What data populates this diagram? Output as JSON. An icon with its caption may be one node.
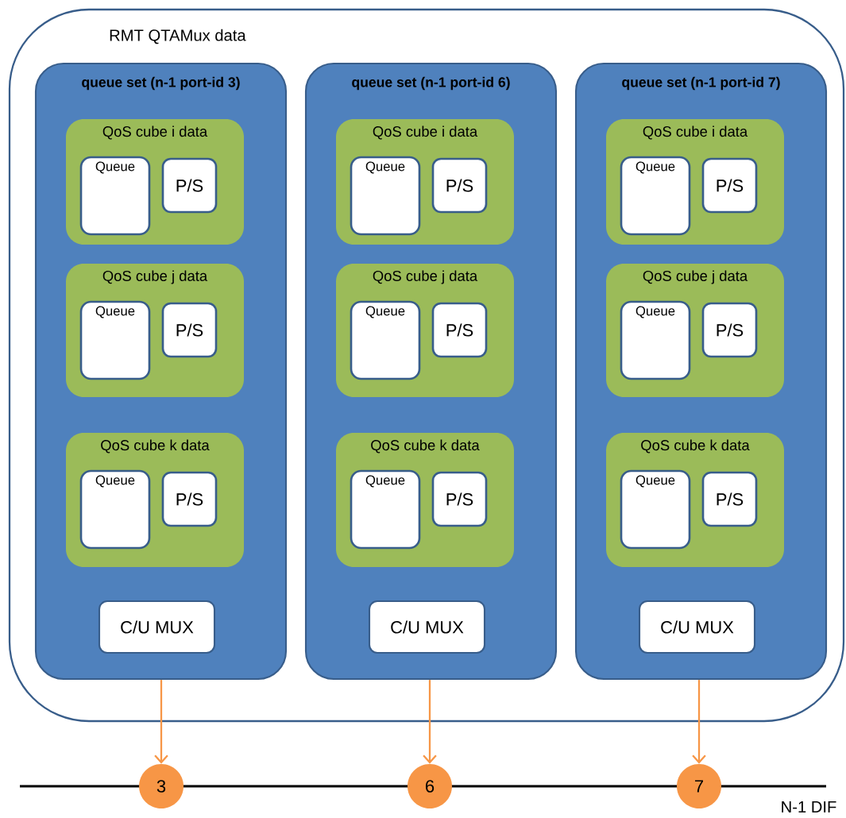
{
  "diagram": {
    "nodes": [
      {
        "text": [
          "RMT QTAMux data"
        ]
      },
      {
        "text": [
          "queue set (n-1 port-id 3)"
        ],
        "in": 0
      },
      {
        "text": [
          "QoS cube i data"
        ],
        "in": 1
      },
      {
        "text": [
          "Queue"
        ],
        "in": 2
      },
      {
        "text": [
          "P/S"
        ],
        "in": 2
      },
      {
        "text": [
          "QoS cube j data"
        ],
        "in": 1
      },
      {
        "text": [
          "Queue"
        ],
        "in": 5
      },
      {
        "text": [
          "P/S"
        ],
        "in": 5
      },
      {
        "text": [
          "QoS cube k data"
        ],
        "in": 1
      },
      {
        "text": [
          "Queue"
        ],
        "in": 8
      },
      {
        "text": [
          "P/S"
        ],
        "in": 8
      },
      {
        "text": [
          "C/U MUX"
        ],
        "in": 1
      },
      {
        "text": [
          "queue set (n-1 port-id 6)"
        ],
        "in": 0
      },
      {
        "text": [
          "QoS cube i data"
        ],
        "in": 12
      },
      {
        "text": [
          "Queue"
        ],
        "in": 13
      },
      {
        "text": [
          "P/S"
        ],
        "in": 13
      },
      {
        "text": [
          "QoS cube j data"
        ],
        "in": 12
      },
      {
        "text": [
          "Queue"
        ],
        "in": 16
      },
      {
        "text": [
          "P/S"
        ],
        "in": 16
      },
      {
        "text": [
          "QoS cube k data"
        ],
        "in": 12
      },
      {
        "text": [
          "Queue"
        ],
        "in": 19
      },
      {
        "text": [
          "P/S"
        ],
        "in": 19
      },
      {
        "text": [
          "C/U MUX"
        ],
        "in": 12
      },
      {
        "text": [
          "queue set (n-1 port-id 7)"
        ],
        "in": 0
      },
      {
        "text": [
          "QoS cube i data"
        ],
        "in": 23
      },
      {
        "text": [
          "Queue"
        ],
        "in": 24
      },
      {
        "text": [
          "P/S"
        ],
        "in": 24
      },
      {
        "text": [
          "QoS cube j data"
        ],
        "in": 23
      },
      {
        "text": [
          "Queue"
        ],
        "in": 27
      },
      {
        "text": [
          "P/S"
        ],
        "in": 27
      },
      {
        "text": [
          "QoS cube k data"
        ],
        "in": 23
      },
      {
        "text": [
          "Queue"
        ],
        "in": 30
      },
      {
        "text": [
          "P/S"
        ],
        "in": 30
      },
      {
        "text": [
          "C/U MUX"
        ],
        "in": 23
      },
      {
        "text": [
          "3"
        ]
      },
      {
        "text": [
          "6"
        ]
      },
      {
        "text": [
          "7"
        ]
      }
    ],
    "edges": [
      {
        "from": 1,
        "to": 34,
        "arrow": "to"
      },
      {
        "from": 12,
        "to": 35,
        "arrow": "to"
      },
      {
        "from": 23,
        "to": 36,
        "arrow": "to"
      }
    ],
    "labels": [
      "N-1 DIF"
    ]
  }
}
